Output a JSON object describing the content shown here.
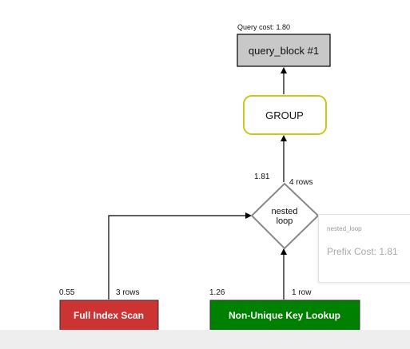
{
  "query_cost_label": "Query cost: 1.80",
  "nodes": {
    "query_block": {
      "label": "query_block #1",
      "fill": "#c8c8c8",
      "stroke": "#000000"
    },
    "group": {
      "label": "GROUP",
      "stroke": "#c8c820"
    },
    "nested_loop": {
      "line1": "nested",
      "line2": "loop",
      "stroke": "#888888",
      "cost": "1.81",
      "rows": "4 rows"
    },
    "full_index_scan": {
      "label": "Full Index Scan",
      "fill": "#cc3333",
      "cost": "0.55",
      "rows": "3 rows"
    },
    "non_unique_lookup": {
      "label": "Non-Unique Key Lookup",
      "fill": "#008000",
      "cost": "1.26",
      "rows": "1 row"
    }
  },
  "tooltip": {
    "title": "nested_loop",
    "cost": "Prefix Cost: 1.81"
  }
}
